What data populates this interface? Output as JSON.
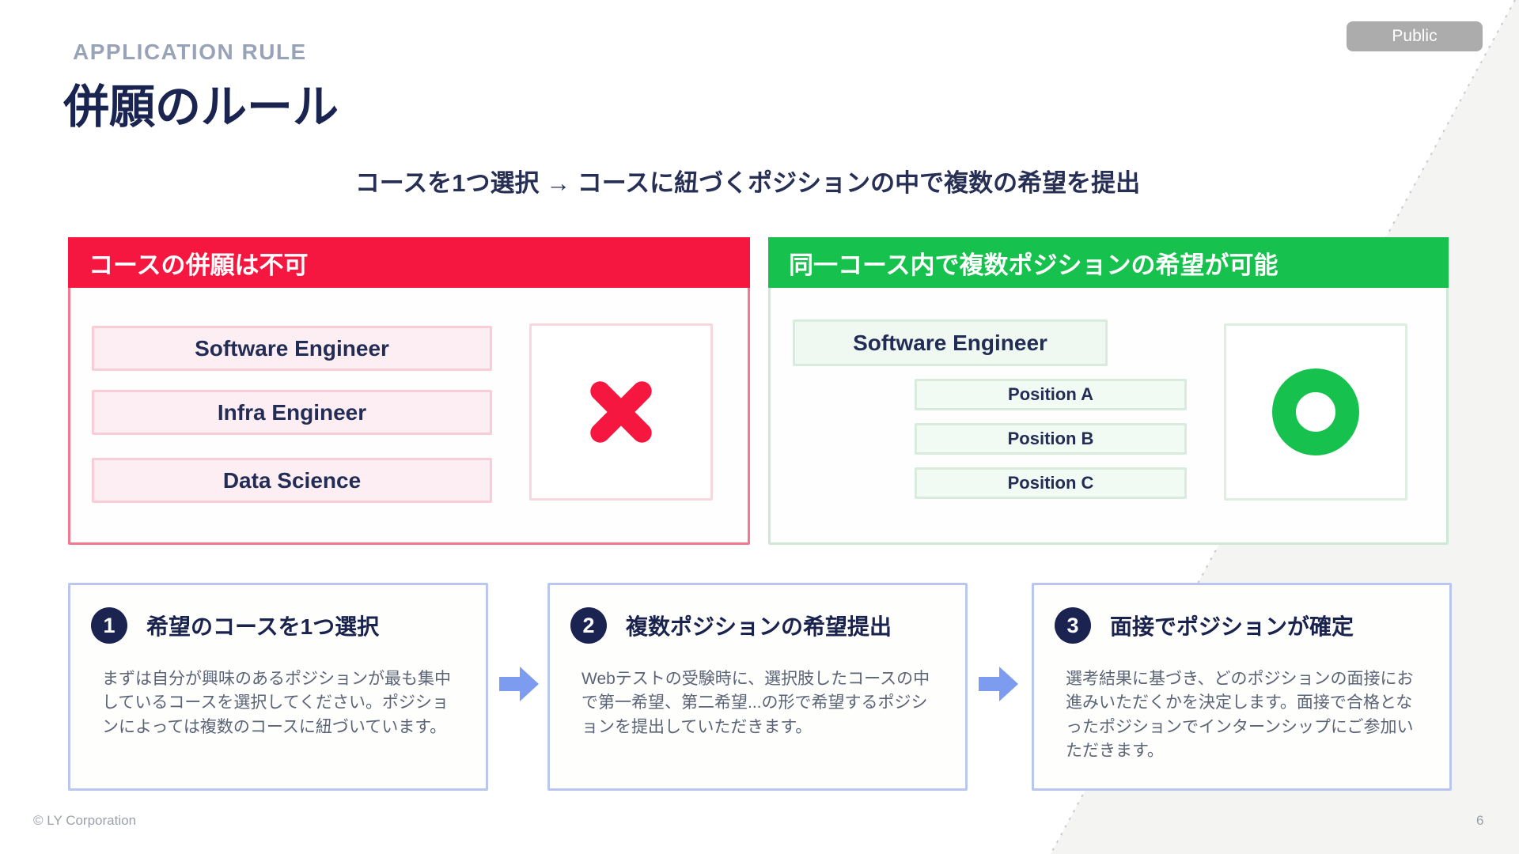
{
  "header": {
    "eyebrow": "APPLICATION RULE",
    "title": "併願のルール",
    "badge": "Public",
    "lead": "コースを1つ選択 → コースに紐づくポジションの中で複数の希望を提出"
  },
  "panels": {
    "ng": {
      "header": "コースの併願は不可",
      "items": [
        "Software Engineer",
        "Infra Engineer",
        "Data Science"
      ],
      "mark": "cross-icon"
    },
    "ok": {
      "header": "同一コース内で複数ポジションの希望が可能",
      "course": "Software Engineer",
      "positions": [
        "Position A",
        "Position B",
        "Position C"
      ],
      "mark": "circle-icon"
    }
  },
  "steps": [
    {
      "num": "1",
      "title": "希望のコースを1つ選択",
      "body": "まずは自分が興味のあるポジションが最も集中しているコースを選択してください。ポジションによっては複数のコースに紐づいています。"
    },
    {
      "num": "2",
      "title": "複数ポジションの希望提出",
      "body": "Webテストの受験時に、選択肢したコースの中で第一希望、第二希望...の形で希望するポジションを提出していただきます。"
    },
    {
      "num": "3",
      "title": "面接でポジションが確定",
      "body": "選考結果に基づき、どのポジションの面接にお進みいただくかを決定します。面接で合格となったポジションでインターンシップにご参加いただきます。"
    }
  ],
  "footer": {
    "copyright": "© LY Corporation",
    "page": "6"
  },
  "colors": {
    "navy": "#1B2450",
    "red": "#F5173F",
    "green": "#17C14E",
    "arrow_blue": "#7D9CEF",
    "badge_gray": "#ACACAC"
  }
}
